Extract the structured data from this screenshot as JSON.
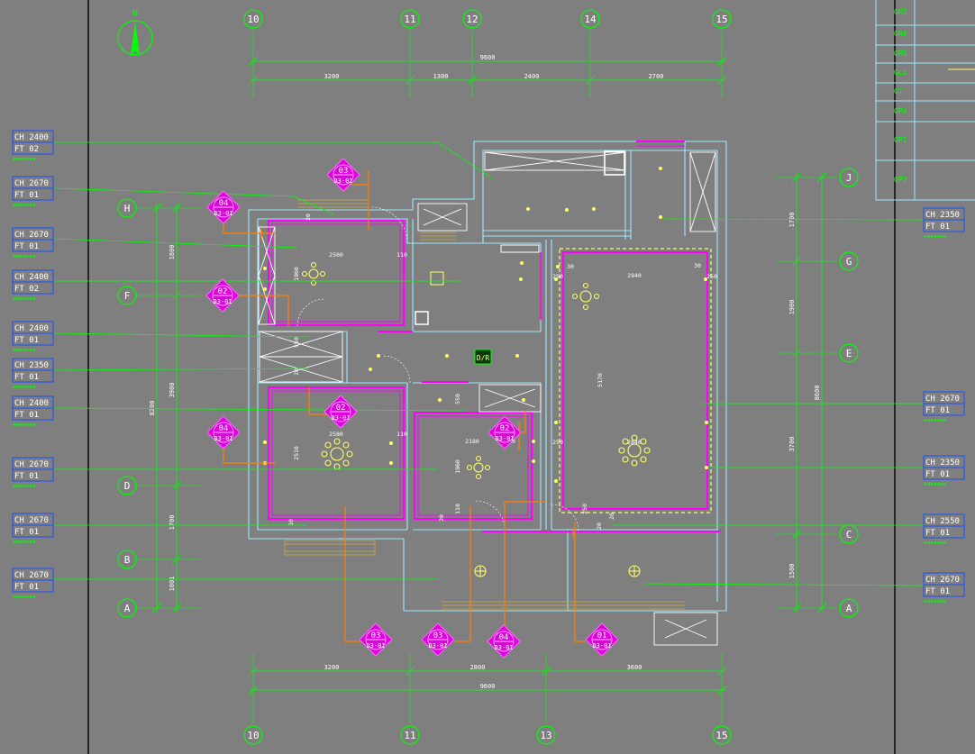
{
  "colors": {
    "background": "#7f7f7f",
    "grid": "#00ff00",
    "dim": "#00ff00",
    "wall": "#9ee7ff",
    "ceiling": "#ff00ff",
    "leader": "#ff7f00",
    "light": "#ffff66",
    "tag_text": "#ffffff",
    "label_box": "#1b4fff"
  },
  "north": {
    "letter": "N"
  },
  "top_axes": [
    "10",
    "11",
    "12",
    "14",
    "15"
  ],
  "bottom_axes": [
    "10",
    "11",
    "13",
    "15"
  ],
  "left_axes": [
    "H",
    "F",
    "D",
    "B",
    "A"
  ],
  "right_axes": [
    "J",
    "G",
    "E",
    "C",
    "A"
  ],
  "top_dims": {
    "total": "9600",
    "segments": [
      "3200",
      "1300",
      "2400",
      "2700"
    ]
  },
  "bottom_dims": {
    "total": "9600",
    "segments": [
      "3200",
      "2800",
      "3600"
    ]
  },
  "left_dims": {
    "total": "8200",
    "segments": [
      "1800",
      "3900",
      "1700",
      "1001"
    ]
  },
  "right_dims": {
    "total": "8600",
    "segments": [
      "1700",
      "1900",
      "3700",
      "1500"
    ]
  },
  "left_labels": [
    {
      "ch": "CH 2400",
      "ft": "FT  02"
    },
    {
      "ch": "CH 2670",
      "ft": "FT  01"
    },
    {
      "ch": "CH 2670",
      "ft": "FT  01"
    },
    {
      "ch": "CH 2400",
      "ft": "FT  02"
    },
    {
      "ch": "CH 2400",
      "ft": "FT  01"
    },
    {
      "ch": "CH 2350",
      "ft": "FT  01"
    },
    {
      "ch": "CH 2400",
      "ft": "FT  01"
    },
    {
      "ch": "CH 2670",
      "ft": "FT  01"
    },
    {
      "ch": "CH 2670",
      "ft": "FT  01"
    },
    {
      "ch": "CH 2670",
      "ft": "FT  01"
    }
  ],
  "right_labels": [
    {
      "ch": "CH 2350",
      "ft": "FT  01"
    },
    {
      "ch": "CH 2670",
      "ft": "FT  01"
    },
    {
      "ch": "CH 2350",
      "ft": "FT  01"
    },
    {
      "ch": "CH 2550",
      "ft": "FT  01"
    },
    {
      "ch": "CH 2670",
      "ft": "FT  01"
    }
  ],
  "tags": [
    {
      "num": "03",
      "code": "D3-01"
    },
    {
      "num": "04",
      "code": "D3-01"
    },
    {
      "num": "02",
      "code": "D3-01"
    },
    {
      "num": "02",
      "code": "D3-01"
    },
    {
      "num": "04",
      "code": "D3-01"
    },
    {
      "num": "02",
      "code": "D3-01"
    },
    {
      "num": "03",
      "code": "D3-01"
    },
    {
      "num": "03",
      "code": "D3-01"
    },
    {
      "num": "04",
      "code": "D3-01"
    },
    {
      "num": "01",
      "code": "D3-01"
    }
  ],
  "dr_label": "D/R",
  "room_dims": {
    "r1_w": "2500",
    "r1_h": "1960",
    "r1_a": "110",
    "r1_b": "20",
    "r2_w": "2580",
    "r2_h": "2510",
    "r2_a": "110",
    "r2_c": "550",
    "r3_w": "2180",
    "r3_h": "1960",
    "r3_a": "110",
    "r4_w": "2840",
    "r4_h": "5170",
    "r4_a": "250",
    "r4_b": "30",
    "r4_c": "250",
    "r4_d": "30",
    "r4_e": "2840",
    "r4_f": "250",
    "r4_g": "20",
    "small_a": "550",
    "small_b": "20",
    "small_c": "20",
    "small_d": "110",
    "small_e": "20",
    "small_f": "10",
    "small_g": "250"
  },
  "legend_rows": [
    "GR3",
    "GR4",
    "GR5",
    "GL2",
    "GT",
    "GP4",
    "GP1",
    "GP3"
  ]
}
